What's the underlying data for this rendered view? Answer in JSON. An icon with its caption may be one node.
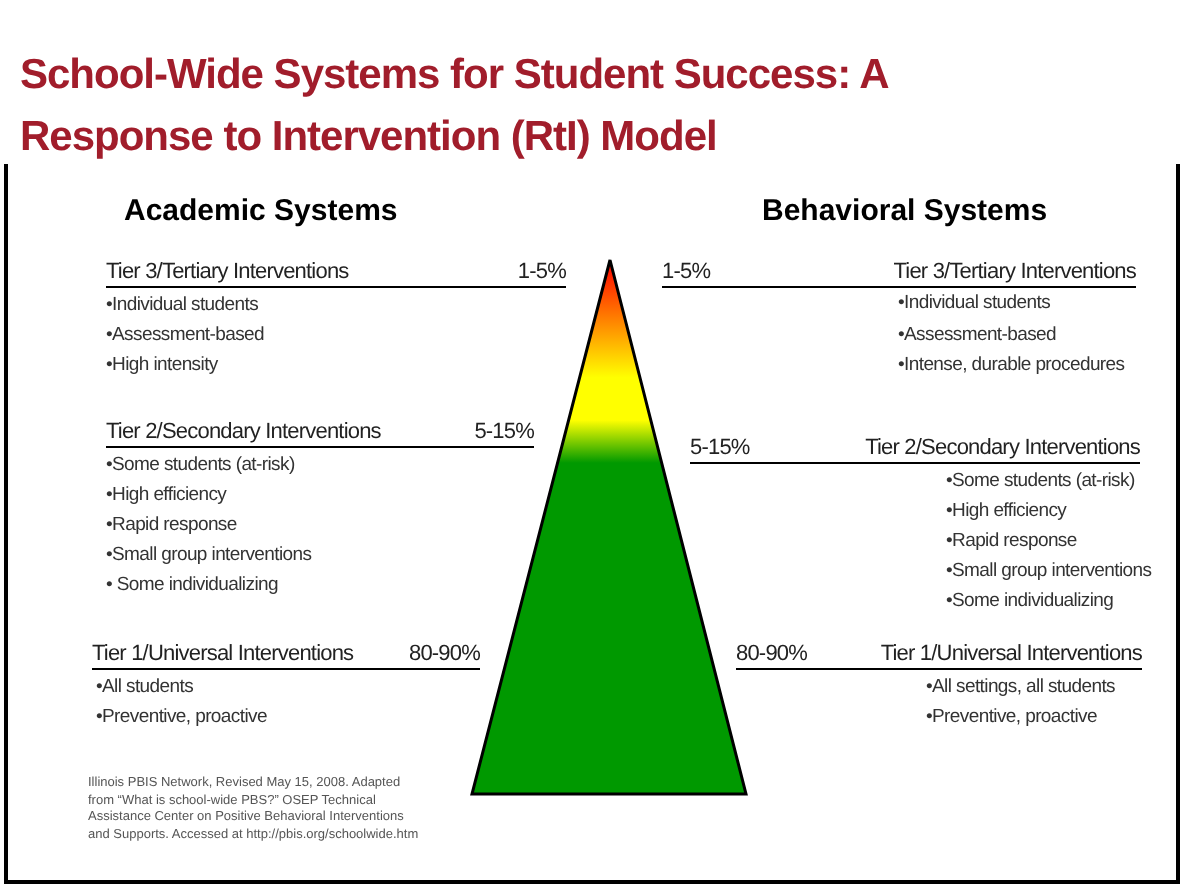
{
  "diagram": {
    "title": "School-Wide Systems for Student Success: A Response to Intervention (RtI) Model",
    "labels": [
      "Academic Systems",
      "Behavioral Systems",
      "Tier 3/Tertiary Interventions",
      "1-5%",
      "•Individual students",
      "•Assessment-based",
      "•High intensity",
      "1-5%",
      "Tier 3/Tertiary Interventions",
      "•Individual students",
      "•Assessment-based",
      "•Intense, durable procedures",
      "Tier 2/Secondary Interventions",
      "5-15%",
      "•Some students (at-risk)",
      "•High efficiency",
      "•Rapid response",
      "•Small group interventions",
      "• Some individualizing",
      "5-15%",
      "Tier 2/Secondary Interventions",
      "•Some students (at-risk)",
      "•High efficiency",
      "•Rapid response",
      "•Small group interventions",
      "•Some individualizing",
      "Tier 1/Universal Interventions",
      "80-90%",
      "•All students",
      "•Preventive, proactive",
      "80-90%",
      "Tier 1/Universal Interventions",
      "•All settings, all students",
      "•Preventive, proactive",
      "Illinois PBIS Network, Revised May 15, 2008. Adapted from “What is school-wide PBS?” OSEP Technical Assistance Center on Positive Behavioral Interventions and Supports. Accessed at http://pbis.org/schoolwide.htm"
    ]
  }
}
